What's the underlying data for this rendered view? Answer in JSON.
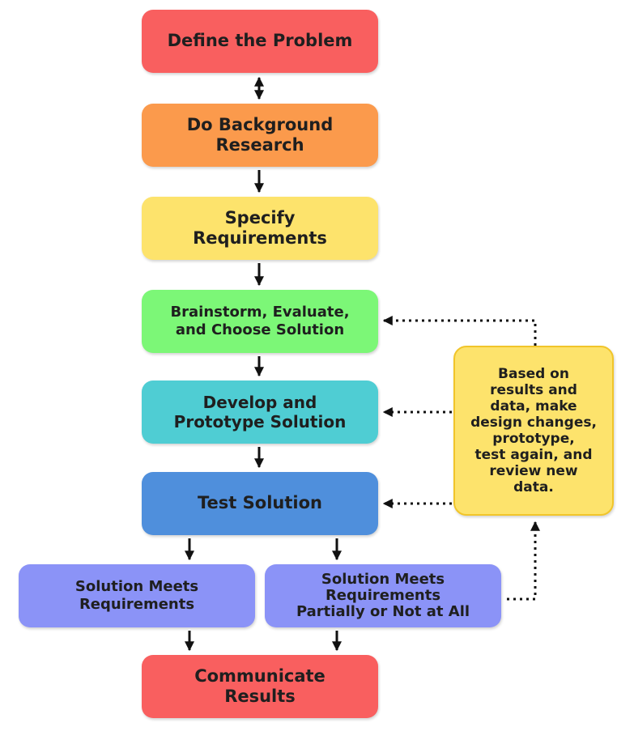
{
  "steps": {
    "define": "Define the Problem",
    "research": "Do Background\nResearch",
    "specify": "Specify\nRequirements",
    "brainstorm": "Brainstorm, Evaluate,\nand Choose Solution",
    "develop": "Develop and\nPrototype Solution",
    "test": "Test Solution",
    "meets": "Solution Meets\nRequirements",
    "partial": "Solution Meets\nRequirements\nPartially or Not at All",
    "communicate": "Communicate\nResults"
  },
  "note": "Based on\nresults and\ndata, make\ndesign changes,\nprototype,\ntest again, and\nreview new\ndata.",
  "colors": {
    "define": "#f95f5f",
    "research": "#fb9a4c",
    "specify": "#fde36c",
    "brainstorm": "#7cf777",
    "develop": "#4fcdd3",
    "test": "#4f8fdc",
    "meets": "#8b93f7",
    "partial": "#8b93f7",
    "communicate": "#f95f5f",
    "note": "#fde36c",
    "note_border": "#f1c52a",
    "arrow": "#111111"
  }
}
